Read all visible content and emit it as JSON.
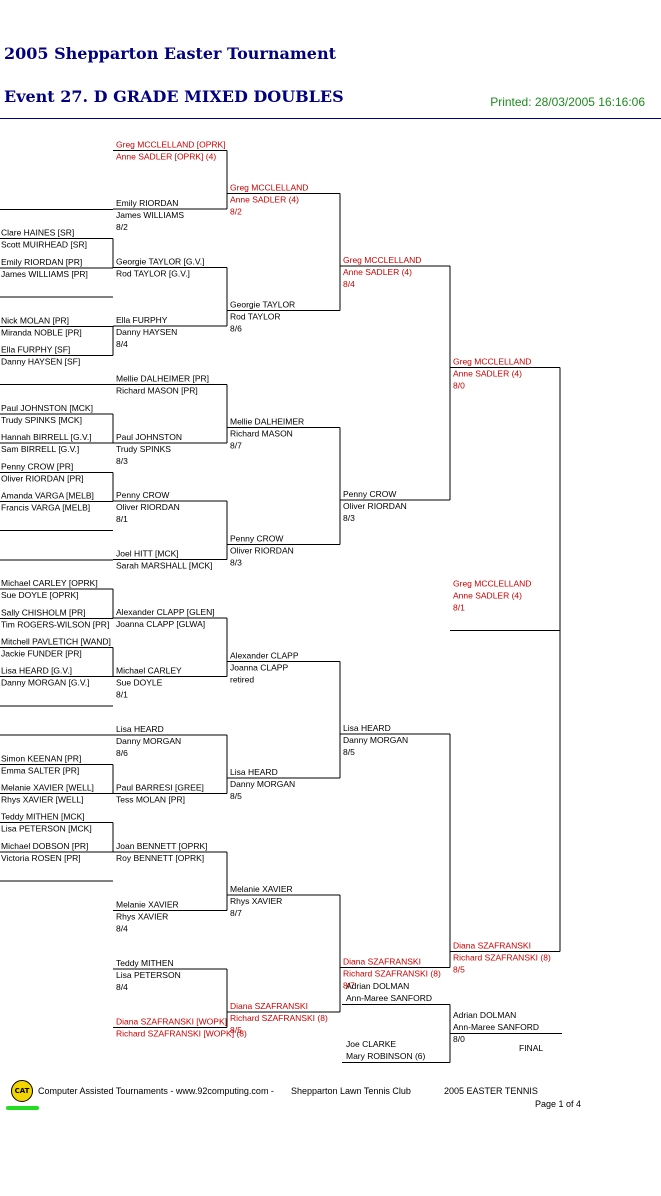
{
  "header": {
    "tournament": "2005 Shepparton Easter Tournament",
    "event": "Event 27. D GRADE MIXED DOUBLES",
    "printed": "Printed: 28/03/2005 16:16:06"
  },
  "colors": {
    "title": "#000080",
    "printed": "#1e8a1e",
    "winner": "#cc0000",
    "text": "#000000",
    "line": "#000000"
  },
  "bracket": {
    "round1": [
      {
        "p1": "",
        "p2": ""
      },
      {
        "p1": "Clare HAINES [SR]",
        "p2": "Scott MUIRHEAD [SR]"
      },
      {
        "p1": "Emily RIORDAN [PR]",
        "p2": "James WILLIAMS [PR]"
      },
      {
        "p1": "",
        "p2": ""
      },
      {
        "p1": "Nick MOLAN [PR]",
        "p2": "Miranda NOBLE [PR]"
      },
      {
        "p1": "Ella FURPHY [SF]",
        "p2": "Danny HAYSEN [SF]"
      },
      {
        "p1": "",
        "p2": ""
      },
      {
        "p1": "Paul JOHNSTON [MCK]",
        "p2": "Trudy SPINKS [MCK]"
      },
      {
        "p1": "Hannah BIRRELL [G.V.]",
        "p2": "Sam BIRRELL [G.V.]"
      },
      {
        "p1": "Penny CROW [PR]",
        "p2": "Oliver RIORDAN [PR]"
      },
      {
        "p1": "Amanda VARGA [MELB]",
        "p2": "Francis VARGA [MELB]"
      },
      {
        "p1": "",
        "p2": ""
      },
      {
        "p1": "",
        "p2": ""
      },
      {
        "p1": "Michael CARLEY [OPRK]",
        "p2": "Sue DOYLE [OPRK]"
      },
      {
        "p1": "Sally CHISHOLM [PR]",
        "p2": "Tim ROGERS-WILSON [PR]"
      },
      {
        "p1": "Mitchell PAVLETICH [WAND]",
        "p2": "Jackie FUNDER [PR]"
      },
      {
        "p1": "Lisa HEARD [G.V.]",
        "p2": "Danny MORGAN [G.V.]"
      },
      {
        "p1": "",
        "p2": ""
      },
      {
        "p1": "",
        "p2": ""
      },
      {
        "p1": "Simon KEENAN [PR]",
        "p2": "Emma SALTER [PR]"
      },
      {
        "p1": "Melanie XAVIER [WELL]",
        "p2": "Rhys XAVIER [WELL]"
      },
      {
        "p1": "Teddy MITHEN [MCK]",
        "p2": "Lisa PETERSON [MCK]"
      },
      {
        "p1": "Michael DOBSON [PR]",
        "p2": "Victoria ROSEN [PR]"
      },
      {
        "p1": "",
        "p2": ""
      }
    ],
    "round2": [
      {
        "p1": "Greg MCCLELLAND [OPRK]",
        "p2": "Anne SADLER [OPRK] (4)",
        "score": "",
        "winner": true
      },
      {
        "p1": "Emily RIORDAN",
        "p2": "James WILLIAMS",
        "score": "8/2",
        "winner": false
      },
      {
        "p1": "Georgie TAYLOR [G.V.]",
        "p2": "Rod TAYLOR [G.V.]",
        "score": "",
        "winner": false
      },
      {
        "p1": "Ella FURPHY",
        "p2": "Danny HAYSEN",
        "score": "8/4",
        "winner": false
      },
      {
        "p1": "Mellie DALHEIMER [PR]",
        "p2": "Richard MASON [PR]",
        "score": "",
        "winner": false
      },
      {
        "p1": "Paul JOHNSTON",
        "p2": "Trudy SPINKS",
        "score": "8/3",
        "winner": false
      },
      {
        "p1": "Penny CROW",
        "p2": "Oliver RIORDAN",
        "score": "8/1",
        "winner": false
      },
      {
        "p1": "Joel HITT [MCK]",
        "p2": "Sarah MARSHALL [MCK]",
        "score": "",
        "winner": false
      },
      {
        "p1": "Alexander CLAPP [GLEN]",
        "p2": "Joanna CLAPP [GLWA]",
        "score": "",
        "winner": false
      },
      {
        "p1": "Michael CARLEY",
        "p2": "Sue DOYLE",
        "score": "8/1",
        "winner": false
      },
      {
        "p1": "Lisa HEARD",
        "p2": "Danny MORGAN",
        "score": "8/6",
        "winner": false
      },
      {
        "p1": "Paul BARRESI [GREE]",
        "p2": "Tess MOLAN [PR]",
        "score": "",
        "winner": false
      },
      {
        "p1": "Joan BENNETT [OPRK]",
        "p2": "Roy BENNETT [OPRK]",
        "score": "",
        "winner": false
      },
      {
        "p1": "Melanie XAVIER",
        "p2": "Rhys XAVIER",
        "score": "8/4",
        "winner": false
      },
      {
        "p1": "Teddy MITHEN",
        "p2": "Lisa PETERSON",
        "score": "8/4",
        "winner": false
      },
      {
        "p1": "Diana SZAFRANSKI [WOPK]",
        "p2": "Richard SZAFRANSKI [WOPK] (8)",
        "score": "",
        "winner": true
      }
    ],
    "round3": [
      {
        "p1": "Greg MCCLELLAND",
        "p2": "Anne SADLER (4)",
        "score": "8/2",
        "winner": true
      },
      {
        "p1": "Georgie TAYLOR",
        "p2": "Rod TAYLOR",
        "score": "8/6",
        "winner": false
      },
      {
        "p1": "Mellie DALHEIMER",
        "p2": "Richard MASON",
        "score": "8/7",
        "winner": false
      },
      {
        "p1": "Penny CROW",
        "p2": "Oliver RIORDAN",
        "score": "8/3",
        "winner": false
      },
      {
        "p1": "Alexander CLAPP",
        "p2": "Joanna CLAPP",
        "score": "retired",
        "winner": false
      },
      {
        "p1": "Lisa HEARD",
        "p2": "Danny MORGAN",
        "score": "8/5",
        "winner": false
      },
      {
        "p1": "Melanie XAVIER",
        "p2": "Rhys XAVIER",
        "score": "8/7",
        "winner": false
      },
      {
        "p1": "Diana SZAFRANSKI",
        "p2": "Richard SZAFRANSKI (8)",
        "score": "8/5",
        "winner": true
      }
    ],
    "round4": [
      {
        "p1": "Greg MCCLELLAND",
        "p2": "Anne SADLER (4)",
        "score": "8/4",
        "winner": true
      },
      {
        "p1": "Penny CROW",
        "p2": "Oliver RIORDAN",
        "score": "8/3",
        "winner": false
      },
      {
        "p1": "Lisa HEARD",
        "p2": "Danny MORGAN",
        "score": "8/5",
        "winner": false
      },
      {
        "p1": "Diana SZAFRANSKI",
        "p2": "Richard SZAFRANSKI (8)",
        "score": "8/7",
        "winner": true
      }
    ],
    "round5": [
      {
        "p1": "Greg MCCLELLAND",
        "p2": "Anne SADLER (4)",
        "score": "8/0",
        "winner": true
      },
      {
        "p1": "Diana SZAFRANSKI",
        "p2": "Richard SZAFRANSKI (8)",
        "score": "8/5",
        "winner": true
      }
    ],
    "round6": [
      {
        "p1": "Greg MCCLELLAND",
        "p2": "Anne SADLER (4)",
        "score": "8/1",
        "winner": true
      }
    ],
    "playoff": {
      "team1": {
        "p1": "Adrian DOLMAN",
        "p2": "Ann-Maree SANFORD"
      },
      "team2": {
        "p1": "Joe CLARKE",
        "p2": "Mary ROBINSON (6)"
      },
      "result": {
        "p1": "Adrian DOLMAN",
        "p2": "Ann-Maree SANFORD",
        "score": "8/0"
      },
      "label": "FINAL"
    }
  },
  "footer": {
    "logo": "CAT",
    "left": "Computer Assisted Tournaments - www.92computing.com -",
    "club": "Shepparton Lawn Tennis Club",
    "right": "2005 EASTER TENNIS",
    "page": "Page 1 of 4"
  }
}
